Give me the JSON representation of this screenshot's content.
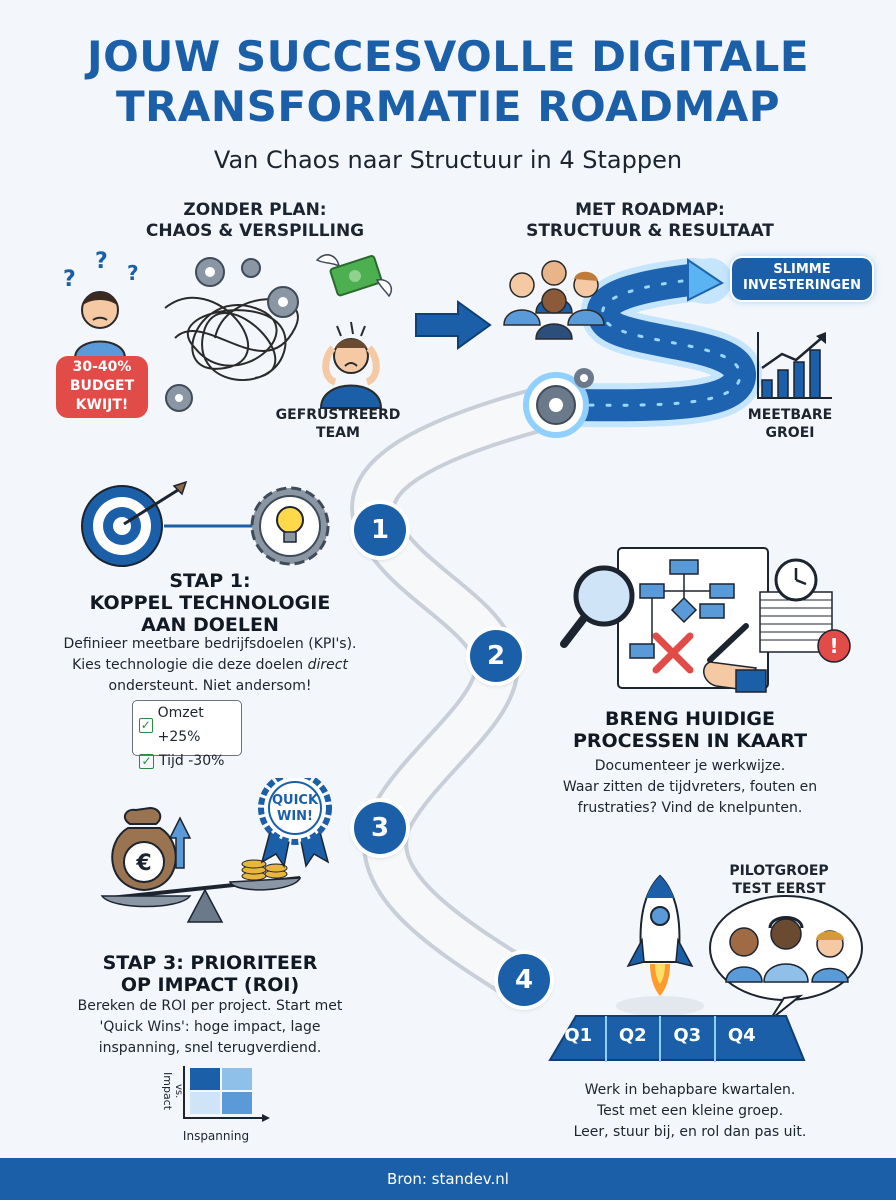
{
  "header": {
    "title_line1": "JOUW SUCCESVOLLE DIGITALE",
    "title_line2": "TRANSFORMATIE ROADMAP",
    "subtitle": "Van Chaos naar Structuur in 4 Stappen"
  },
  "left_section": {
    "heading_line1": "ZONDER PLAN:",
    "heading_line2": "CHAOS & VERSPILLING",
    "budget_badge_line1": "30-40%",
    "budget_badge_line2": "BUDGET",
    "budget_badge_line3": "KWIJT!",
    "team_label_line1": "GEFRUSTREERD",
    "team_label_line2": "TEAM"
  },
  "right_section": {
    "heading_line1": "MET ROADMAP:",
    "heading_line2": "STRUCTUUR & RESULTAAT",
    "bubble_line1": "SLIMME",
    "bubble_line2": "INVESTERINGEN",
    "growth_label_line1": "MEETBARE",
    "growth_label_line2": "GROEI"
  },
  "steps": {
    "numbers": [
      "1",
      "2",
      "3",
      "4"
    ],
    "step1": {
      "title_line1": "STAP 1:",
      "title_line2": "KOPPEL TECHNOLOGIE",
      "title_line3": "AAN DOELEN",
      "text_line1": "Definieer meetbare bedrijfsdoelen (KPI's).",
      "text_line2_before": "Kies technologie die deze doelen ",
      "text_line2_em": "direct",
      "text_line3": "ondersteunt. Niet andersom!",
      "kpi": [
        "Omzet +25%",
        "Tijd -30%"
      ]
    },
    "step2": {
      "title_line1": "BRENG HUIDIGE",
      "title_line2": "PROCESSEN IN KAART",
      "text_line1": "Documenteer je werkwijze.",
      "text_line2": "Waar zitten de tijdvreters, fouten en",
      "text_line3": "frustraties? Vind de knelpunten."
    },
    "step3": {
      "title_line1": "STAP 3: PRIORITEER",
      "title_line2": "OP IMPACT (ROI)",
      "text_line1": "Bereken de ROI per project. Start met",
      "text_line2": "'Quick Wins': hoge impact, lage",
      "text_line3": "inspanning, snel terugverdiend.",
      "ribbon_line1": "QUICK",
      "ribbon_line2": "WIN!",
      "currency": "€",
      "matrix_y_label": "Impact",
      "matrix_vs": "vs.",
      "matrix_x_label": "Inspanning"
    },
    "step4": {
      "pilot_line1": "PILOTGROEP",
      "pilot_line2": "TEST EERST",
      "quarters": [
        "Q1",
        "Q2",
        "Q3",
        "Q4"
      ],
      "text_line1": "Werk in behapbare kwartalen.",
      "text_line2": "Test met een kleine groep.",
      "text_line3": "Leer, stuur bij, en rol dan pas uit."
    }
  },
  "footer": {
    "source": "Bron: standev.nl"
  },
  "colors": {
    "brand_blue": "#1a5fa8",
    "alert_red": "#e14b48",
    "money_green": "#4caf50",
    "check_green": "#2e8a3a",
    "background": "#f3f6fa"
  },
  "icons": [
    "confused-person-icon",
    "tangled-gears-icon",
    "flying-money-icon",
    "frustrated-person-icon",
    "arrow-right-icon",
    "team-icon",
    "glowing-road-icon",
    "growth-chart-icon",
    "target-icon",
    "lightbulb-gear-icon",
    "magnifier-icon",
    "process-map-icon",
    "document-stack-icon",
    "clock-icon",
    "warning-icon",
    "money-bag-icon",
    "balance-scale-icon",
    "ribbon-icon",
    "rocket-icon",
    "pilot-team-icon",
    "matrix-icon"
  ]
}
